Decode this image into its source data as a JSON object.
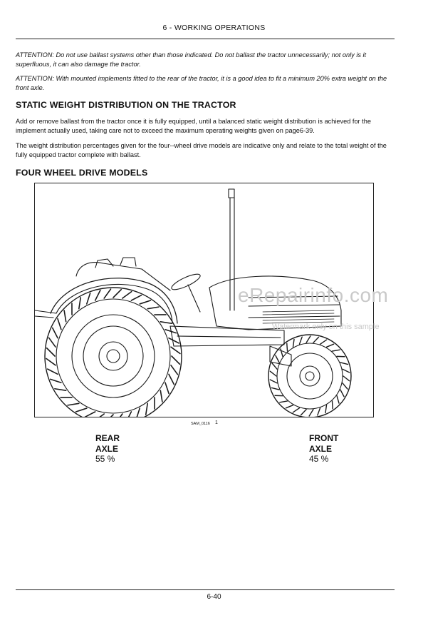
{
  "header": {
    "title": "6 - WORKING OPERATIONS"
  },
  "attentions": [
    "ATTENTION: Do not use ballast systems other than those indicated. Do not ballast the tractor unnecessarily; not only is it superfluous, it can also damage the tractor.",
    "ATTENTION: With mounted implements fitted to the rear of the tractor, it is a good idea to fit a minimum 20% extra weight on the front axle."
  ],
  "section": {
    "heading": "STATIC WEIGHT DISTRIBUTION ON THE TRACTOR",
    "paragraphs": [
      "Add or remove ballast from the tractor once it is fully equipped, until a balanced static weight distribution is achieved for the implement actually used, taking care not to exceed the maximum operating weights given on page6-39.",
      "The weight distribution percentages given for the four--wheel drive models are indicative only and relate to the total weight of the fully equipped tractor complete with ballast."
    ]
  },
  "subheading": "FOUR WHEEL DRIVE MODELS",
  "figure": {
    "code": "SAM_0116",
    "number": "1",
    "watermark": "eRepairinfo.com",
    "watermark_sub": "Watermark only on this sample"
  },
  "axles": {
    "rear": {
      "line1": "REAR",
      "line2": "AXLE",
      "percent": "55 %"
    },
    "front": {
      "line1": "FRONT",
      "line2": "AXLE",
      "percent": "45 %"
    }
  },
  "footer": {
    "page": "6-40"
  }
}
